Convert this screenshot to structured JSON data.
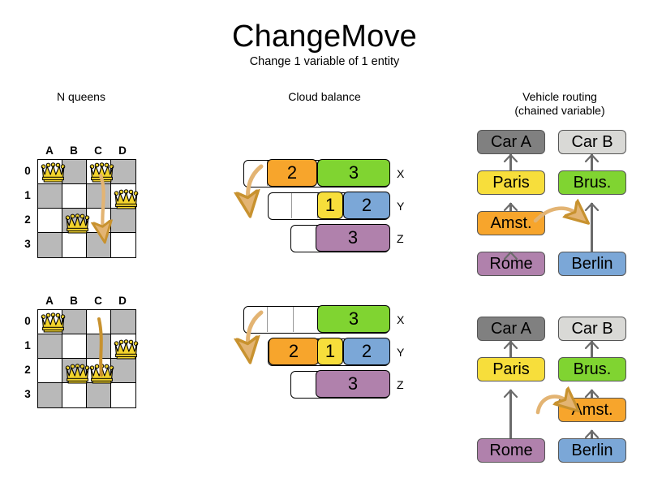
{
  "header": {
    "title": "ChangeMove",
    "subtitle": "Change 1 variable of 1 entity"
  },
  "sections": {
    "nqueens": {
      "title": "N queens"
    },
    "cloud": {
      "title": "Cloud balance"
    },
    "routing": {
      "title_line1": "Vehicle routing",
      "title_line2": "(chained variable)"
    }
  },
  "colors": {
    "orange": "#F7A52C",
    "green": "#80D431",
    "yellow": "#F7DE3B",
    "blue": "#7BA7D7",
    "purple": "#B081AC",
    "gray_dark": "#808080",
    "gray_light": "#D9D9D6",
    "board_dark": "#B9B9B9",
    "board_light": "#FFFFFF",
    "arrow": "#E3B473",
    "arrow_stroke": "#C8922F",
    "queen_gold": "#F2D32C",
    "link": "#6B6B6B"
  },
  "nqueens": {
    "files": [
      "A",
      "B",
      "C",
      "D"
    ],
    "ranks": [
      "0",
      "1",
      "2",
      "3"
    ],
    "before": {
      "queens": [
        {
          "file": "A",
          "rank": "0"
        },
        {
          "file": "C",
          "rank": "0"
        },
        {
          "file": "D",
          "rank": "1"
        },
        {
          "file": "B",
          "rank": "2"
        }
      ],
      "move": {
        "from": {
          "file": "C",
          "rank": "0"
        },
        "to": {
          "file": "C",
          "rank": "2"
        }
      }
    },
    "after": {
      "queens": [
        {
          "file": "A",
          "rank": "0"
        },
        {
          "file": "D",
          "rank": "1"
        },
        {
          "file": "B",
          "rank": "2"
        },
        {
          "file": "C",
          "rank": "2"
        }
      ],
      "move": {
        "from": {
          "file": "C",
          "rank": "0"
        },
        "to": {
          "file": "C",
          "rank": "2"
        }
      }
    }
  },
  "chart_data": {
    "type": "bar",
    "title": "Cloud balance",
    "categories": [
      "X",
      "Y",
      "Z"
    ],
    "before": [
      {
        "computer": "X",
        "processes": [
          {
            "label": "2",
            "color": "#F7A52C"
          },
          {
            "label": "3",
            "color": "#80D431"
          }
        ]
      },
      {
        "computer": "Y",
        "processes": [
          {
            "label": "1",
            "color": "#F7DE3B"
          },
          {
            "label": "2",
            "color": "#7BA7D7"
          }
        ]
      },
      {
        "computer": "Z",
        "processes": [
          {
            "label": "3",
            "color": "#B081AC"
          }
        ]
      }
    ],
    "after": [
      {
        "computer": "X",
        "processes": [
          {
            "label": "3",
            "color": "#80D431"
          }
        ]
      },
      {
        "computer": "Y",
        "processes": [
          {
            "label": "2",
            "color": "#F7A52C"
          },
          {
            "label": "1",
            "color": "#F7DE3B"
          },
          {
            "label": "2",
            "color": "#7BA7D7"
          }
        ]
      },
      {
        "computer": "Z",
        "processes": [
          {
            "label": "3",
            "color": "#B081AC"
          }
        ]
      }
    ],
    "moved_process": {
      "label": "2",
      "color": "#F7A52C",
      "from": "X",
      "to": "Y"
    }
  },
  "cloud": {
    "before": {
      "rows": [
        {
          "label": "X",
          "seg1": "2",
          "seg2": "3"
        },
        {
          "label": "Y",
          "seg1": "1",
          "seg2": "2"
        },
        {
          "label": "Z",
          "seg1": "3"
        }
      ]
    },
    "after": {
      "rows": [
        {
          "label": "X",
          "seg1": "3"
        },
        {
          "label": "Y",
          "seg1": "2",
          "seg2": "1",
          "seg3": "2"
        },
        {
          "label": "Z",
          "seg1": "3"
        }
      ]
    }
  },
  "routing": {
    "before": {
      "chain_a": [
        "Car A",
        "Paris",
        "Amst.",
        "Rome"
      ],
      "chain_b": [
        "Car B",
        "Brus.",
        "Berlin"
      ]
    },
    "after": {
      "chain_a": [
        "Car A",
        "Paris",
        "Rome"
      ],
      "chain_b": [
        "Car B",
        "Brus.",
        "Amst.",
        "Berlin"
      ]
    },
    "nodes": {
      "car_a": "Car A",
      "car_b": "Car B",
      "paris": "Paris",
      "brussels": "Brus.",
      "amsterdam": "Amst.",
      "rome": "Rome",
      "berlin": "Berlin"
    },
    "moved_node": {
      "label": "Amst.",
      "from_chain": "Car A",
      "to_chain": "Car B"
    }
  }
}
